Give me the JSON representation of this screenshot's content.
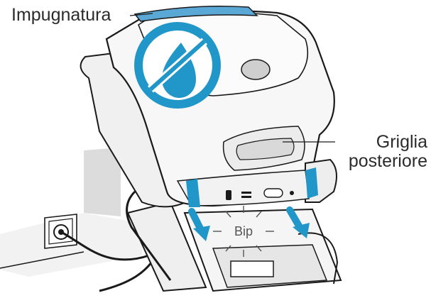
{
  "labels": {
    "handle": "Impugnatura",
    "grille_line1": "Griglia",
    "grille_line2": "posteriore",
    "beep": "Bip"
  },
  "icons": {
    "no_water": "no-water-icon"
  },
  "colors": {
    "accent": "#2196c8",
    "outline": "#1a1a1a",
    "body": "#f4f4f4",
    "shadow": "#dcdcdc"
  }
}
